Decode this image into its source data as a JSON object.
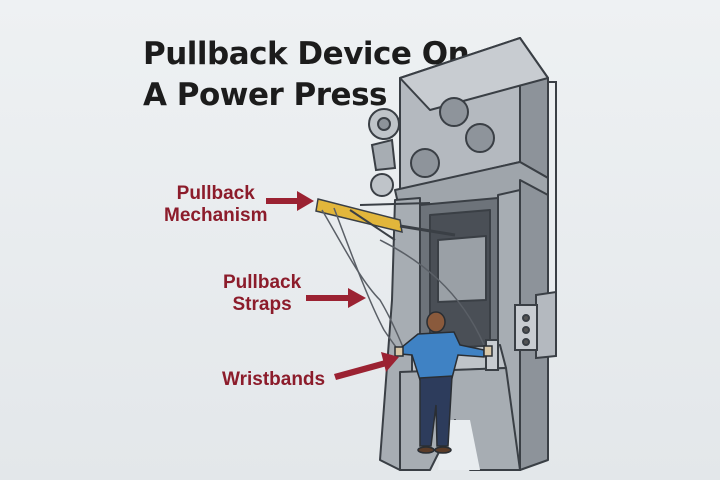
{
  "title": {
    "line1": "Pullback Device On",
    "line2": "A Power Press"
  },
  "labels": {
    "mechanism": {
      "line1": "Pullback",
      "line2": "Mechanism"
    },
    "straps": {
      "line1": "Pullback",
      "line2": "Straps"
    },
    "wristbands": "Wristbands"
  },
  "colors": {
    "label": "#8c1c2b",
    "arrow": "#9b2232",
    "press": "#aeb3b9",
    "press_dark": "#8d939a",
    "arm": "#e2b63b",
    "shirt": "#3f82c4",
    "pants": "#2d3c5c"
  }
}
